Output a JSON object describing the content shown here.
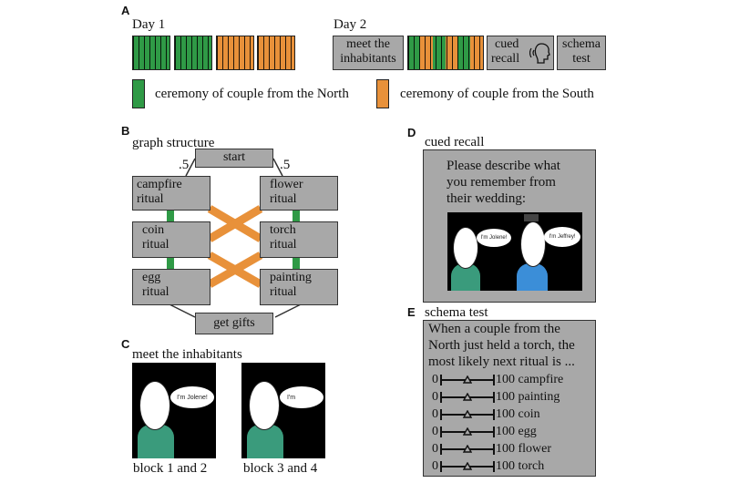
{
  "panels": {
    "a": "A",
    "b": "B",
    "c": "C",
    "d": "D",
    "e": "E"
  },
  "timeline": {
    "day1": "Day 1",
    "day2": "Day 2",
    "meet_box": [
      "meet the",
      "inhabitants"
    ],
    "cued_box": [
      "cued",
      "recall"
    ],
    "schema_box": [
      "schema",
      "test"
    ],
    "legend": [
      {
        "label": "ceremony of couple from the North",
        "color": "#2f9a46"
      },
      {
        "label": "ceremony of couple from the South",
        "color": "#e8913a"
      }
    ]
  },
  "graph": {
    "title": "graph structure",
    "start": "start",
    "prob_left": ".5",
    "prob_right": ".5",
    "nodes": {
      "campfire": [
        "campfire",
        "ritual"
      ],
      "flower": [
        "flower",
        "ritual"
      ],
      "coin": [
        "coin",
        "ritual"
      ],
      "torch": [
        "torch",
        "ritual"
      ],
      "egg": [
        "egg",
        "ritual"
      ],
      "painting": [
        "painting",
        "ritual"
      ]
    },
    "end": "get gifts",
    "colors": {
      "north": "#2f9a46",
      "south": "#e8913a"
    }
  },
  "meet": {
    "title": "meet the inhabitants",
    "scene1_bubble": "I'm Jolene!",
    "scene2_bubble": "I'm",
    "caption1": "block 1 and 2",
    "caption2": "block 3 and 4"
  },
  "cued": {
    "title": "cued recall",
    "prompt": [
      "Please describe what",
      "you remember from",
      "their wedding:"
    ],
    "bubble1": "I'm Jolene!",
    "bubble2": "I'm Jeffrey!"
  },
  "schema": {
    "title": "schema test",
    "question": [
      "When a couple from the",
      "North just held a torch, the",
      "most likely next ritual is ..."
    ],
    "scale_min": "0",
    "scale_max": "100",
    "options": [
      "campfire",
      "painting",
      "coin",
      "egg",
      "flower",
      "torch"
    ]
  }
}
